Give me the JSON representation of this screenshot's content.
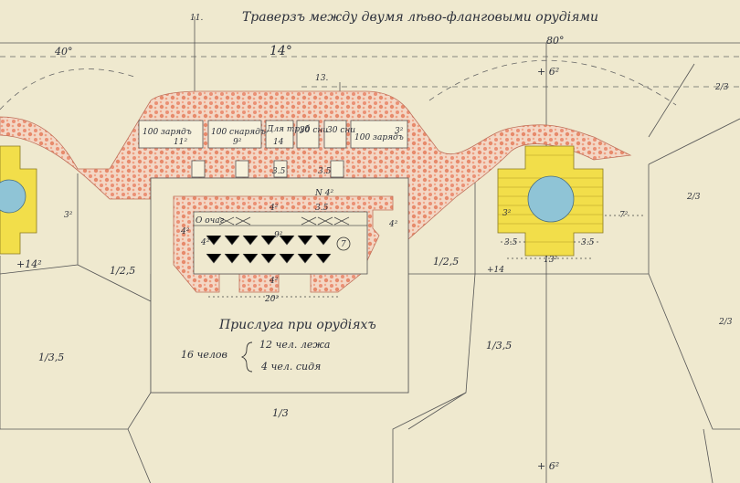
{
  "title": "Траверзъ между двумя лѣво-фланговыми орудіями",
  "top_labels": {
    "left_angle": "40°",
    "right_angle": "80°",
    "span": "14°",
    "center_11": "11.",
    "center_13": "13."
  },
  "chambers": [
    {
      "label": "100 зарядъ",
      "width": "11²"
    },
    {
      "label": "100 снарядъ",
      "width": "9²"
    },
    {
      "label": "Для труб",
      "width": "14"
    },
    {
      "label": "30 сни",
      "width": ""
    },
    {
      "label": "30 сни",
      "width": ""
    },
    {
      "label": "100 зарядъ",
      "width": "3²"
    }
  ],
  "dimensions": {
    "d35a": "3.5",
    "d35b": "3.5",
    "n4": "N 4²",
    "d4a": "4²",
    "d35c": "3.5",
    "d4b": "4²",
    "d4c": "4²",
    "d9": "9²",
    "d4d": "4²",
    "d20": "20²",
    "bottom_4": "4²",
    "ref7": "7",
    "gun_left_3": "3²",
    "gun_right_3": "3²",
    "gun_right_7": "7²",
    "gun_bottom_35a": "3.5",
    "gun_bottom_35b": "3.5",
    "gun_bottom_13": "13²",
    "plus14a": "+14²",
    "plus14b": "+14",
    "plus6": "+ 6²",
    "plus6bottom": "+ 6²",
    "slope_25a": "1/2,5",
    "slope_25b": "1/2,5",
    "slope_35a": "1/3,5",
    "slope_35b": "1/3,5",
    "slope_3": "1/3",
    "slope_23a": "2/3",
    "slope_23b": "2/3",
    "slope_23c": "2/3",
    "ochag": "О очаг"
  },
  "crew": {
    "title": "Прислуга при орудіяхъ",
    "total": "16 челов",
    "line1": "12 чел. лежа",
    "line2": "4 чел. сидя"
  },
  "colors": {
    "paper": "#efe9cf",
    "brick": "#e8a58a",
    "gun": "#f2de4a",
    "circle": "#8fc4d6"
  }
}
